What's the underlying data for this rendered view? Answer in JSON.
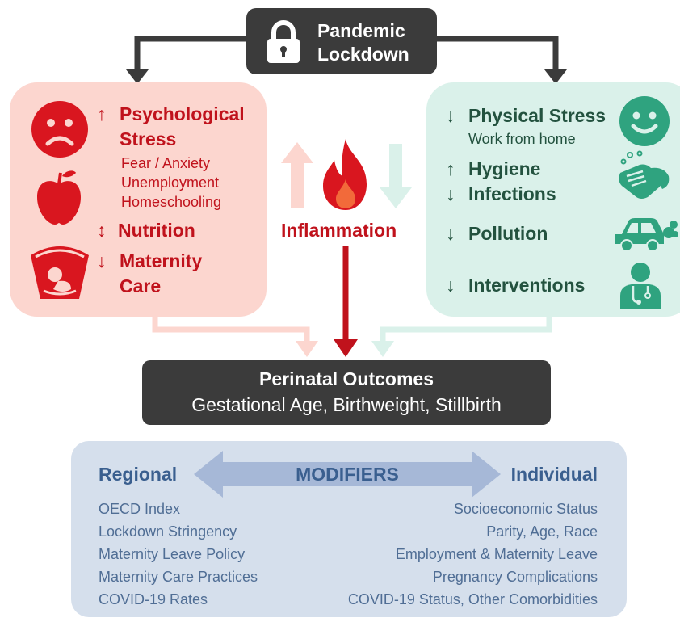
{
  "top": {
    "label": "Pandemic Lockdown"
  },
  "left": {
    "psych": {
      "title": "Psychological Stress",
      "arrow": "↑",
      "items": [
        "Fear / Anxiety",
        "Unemployment",
        "Homeschooling"
      ]
    },
    "nutrition": {
      "arrow": "↕",
      "label": "Nutrition"
    },
    "maternity": {
      "arrow": "↓",
      "label": "Maternity Care"
    }
  },
  "center": {
    "label": "Inflammation"
  },
  "right": {
    "physical": {
      "arrow": "↓",
      "label": "Physical Stress",
      "sub": "Work from home"
    },
    "hygiene": {
      "arrow": "↑",
      "label": "Hygiene"
    },
    "infections": {
      "arrow": "↓",
      "label": "Infections"
    },
    "pollution": {
      "arrow": "↓",
      "label": "Pollution"
    },
    "interventions": {
      "arrow": "↓",
      "label": "Interventions"
    }
  },
  "outcomes": {
    "title": "Perinatal Outcomes",
    "sub": "Gestational Age, Birthweight, Stillbirth"
  },
  "modifiers": {
    "center": "MODIFIERS",
    "regional": {
      "title": "Regional",
      "items": [
        "OECD Index",
        "Lockdown Stringency",
        "Maternity Leave Policy",
        "Maternity Care Practices",
        "COVID-19 Rates"
      ]
    },
    "individual": {
      "title": "Individual",
      "items": [
        "Socioeconomic Status",
        "Parity, Age, Race",
        "Employment & Maternity Leave",
        "Pregnancy Complications",
        "COVID-19 Status, Other Comorbidities"
      ]
    }
  },
  "icons": [
    "lock-icon",
    "sad-face-icon",
    "apple-icon",
    "ultrasound-icon",
    "fire-icon",
    "smiley-face-icon",
    "handwashing-icon",
    "car-icon",
    "doctor-icon"
  ],
  "colors": {
    "dark": "#3b3b3b",
    "red": "#c0121c",
    "green": "#23523f",
    "pink": "#fcd6cf",
    "mint": "#daf1ea",
    "blue": "#3a5f8f",
    "lavender": "#d5dfec"
  }
}
